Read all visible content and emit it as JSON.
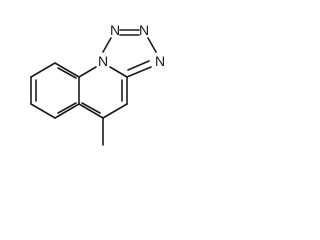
{
  "molecule": {
    "atoms": {
      "n_ring": "N",
      "n_top_left": "N",
      "n_top_right": "N",
      "n_right": "N"
    }
  },
  "colors": {
    "ink": "#1a1a1a",
    "background": "#ffffff"
  }
}
